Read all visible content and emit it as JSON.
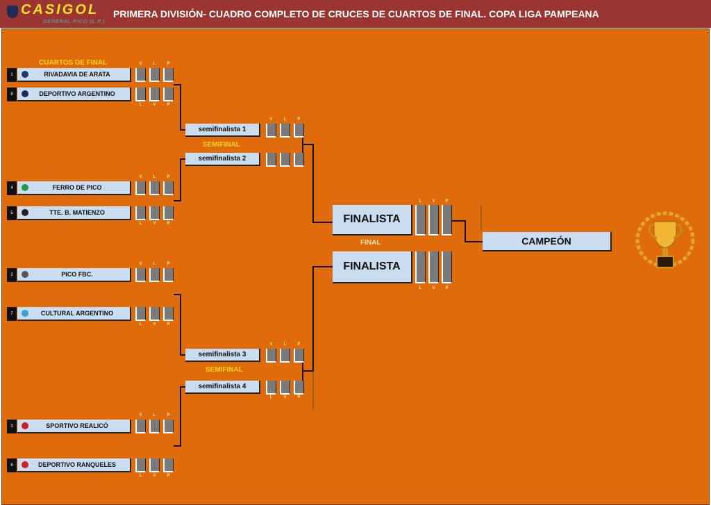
{
  "header": {
    "logo": "CASIGOL",
    "logo_sub": "GENERAL PICO (L.P.)",
    "title": "PRIMERA DIVISIÓN- CUADRO  COMPLETO DE CRUCES  DE CUARTOS DE FINAL.   COPA LIGA PAMPEANA"
  },
  "stages": {
    "quarters": "CUARTOS DE FINAL",
    "semis": "SEMIFINAL",
    "final": "FINAL"
  },
  "score_labels": {
    "v": "V",
    "l": "L",
    "p": "P"
  },
  "teams": [
    {
      "seed": "1",
      "name": "RIVADAVIA DE ARATA",
      "color": "#1e3a6a"
    },
    {
      "seed": "8",
      "name": "DEPORTIVO ARGENTINO",
      "color": "#1f2a55"
    },
    {
      "seed": "4",
      "name": "FERRO DE PICO",
      "color": "#1b9a4a"
    },
    {
      "seed": "5",
      "name": "TTE. B. MATIENZO",
      "color": "#222222"
    },
    {
      "seed": "2",
      "name": "PICO FBC.",
      "color": "#555555"
    },
    {
      "seed": "7",
      "name": "CULTURAL ARGENTINO",
      "color": "#3aa0d8"
    },
    {
      "seed": "3",
      "name": "SPORTIVO REALICÓ",
      "color": "#c8202a"
    },
    {
      "seed": "6",
      "name": "DEPORTIVO RANQUELES",
      "color": "#d02020"
    }
  ],
  "semis": [
    "semifinalista 1",
    "semifinalista 2",
    "semifinalista 3",
    "semifinalista 4"
  ],
  "finalists": [
    "FINALISTA",
    "FINALISTA"
  ],
  "champion": "CAMPEÓN"
}
